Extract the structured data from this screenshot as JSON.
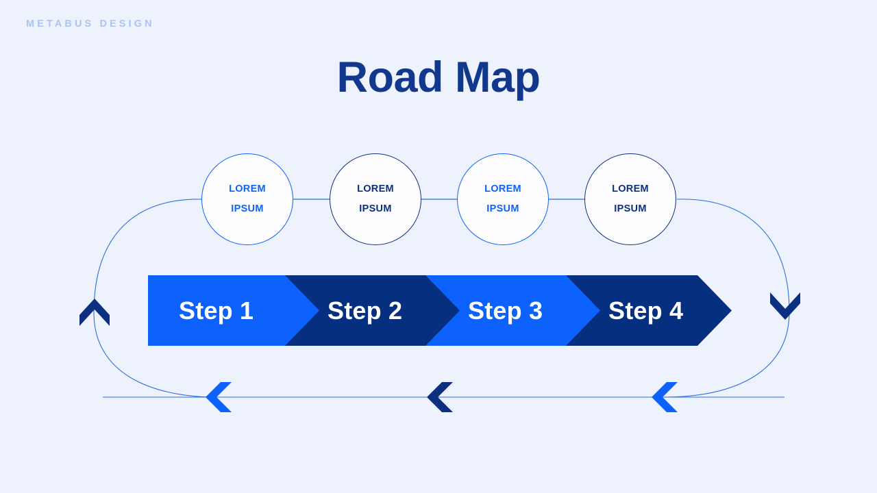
{
  "background_color": "#eef2fd",
  "colors": {
    "bright_blue": "#0d62fe",
    "navy": "#0c2f80",
    "title_navy": "#12388d",
    "brand_blue": "#a9c4f6",
    "circle_fill": "#fdfdff",
    "step_text": "#ffffff"
  },
  "brand": {
    "text": "METABUS DESIGN"
  },
  "header": {
    "title": "Road Map"
  },
  "milestones": [
    {
      "line1": "LOREM",
      "line2": "IPSUM",
      "color": "#0d62fe",
      "accent": "bright_blue"
    },
    {
      "line1": "LOREM",
      "line2": "IPSUM",
      "color": "#0c2f80",
      "accent": "navy"
    },
    {
      "line1": "LOREM",
      "line2": "IPSUM",
      "color": "#0d62fe",
      "accent": "bright_blue"
    },
    {
      "line1": "LOREM",
      "line2": "IPSUM",
      "color": "#0c2f80",
      "accent": "navy"
    }
  ],
  "steps": [
    {
      "label": "Step 1",
      "color": "#0d62fe",
      "accent": "bright_blue"
    },
    {
      "label": "Step 2",
      "color": "#072f80",
      "accent": "navy"
    },
    {
      "label": "Step 3",
      "color": "#0d62fe",
      "accent": "bright_blue"
    },
    {
      "label": "Step 4",
      "color": "#072f80",
      "accent": "navy"
    }
  ],
  "flow_arrows": [
    {
      "name": "left-up-arrow",
      "direction": "up",
      "color": "#0c2f80"
    },
    {
      "name": "right-down-arrow",
      "direction": "down",
      "color": "#0c2f80"
    },
    {
      "name": "bottom-arrow-1",
      "direction": "left",
      "color": "#0d62fe"
    },
    {
      "name": "bottom-arrow-2",
      "direction": "left",
      "color": "#0c2f80"
    },
    {
      "name": "bottom-arrow-3",
      "direction": "left",
      "color": "#0d62fe"
    }
  ],
  "loop": {
    "stroke_color": "#2b6ee0",
    "stroke_width": 1
  }
}
